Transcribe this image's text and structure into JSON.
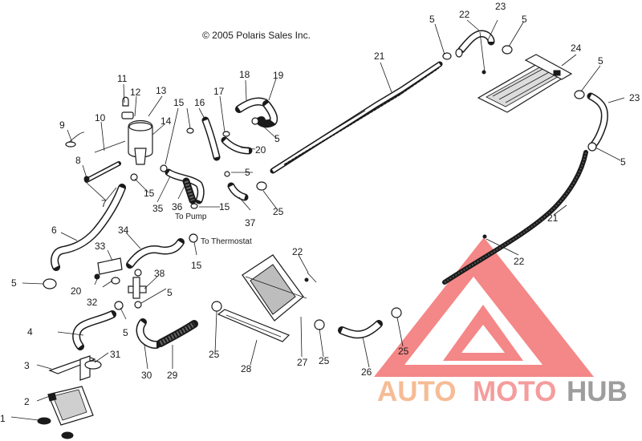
{
  "copyright": "© 2005 Polaris Sales Inc.",
  "annotations": {
    "to_pump": "To Pump",
    "to_thermostat": "To Thermostat"
  },
  "callouts": [
    {
      "id": "c1",
      "text": "1"
    },
    {
      "id": "c2",
      "text": "2"
    },
    {
      "id": "c3",
      "text": "3"
    },
    {
      "id": "c4",
      "text": "4"
    },
    {
      "id": "c5a",
      "text": "5"
    },
    {
      "id": "c5b",
      "text": "5"
    },
    {
      "id": "c5c",
      "text": "5"
    },
    {
      "id": "c5d",
      "text": "5"
    },
    {
      "id": "c5e",
      "text": "5"
    },
    {
      "id": "c5f",
      "text": "5"
    },
    {
      "id": "c5g",
      "text": "5"
    },
    {
      "id": "c5h",
      "text": "5"
    },
    {
      "id": "c5i",
      "text": "5"
    },
    {
      "id": "c6",
      "text": "6"
    },
    {
      "id": "c7",
      "text": "7"
    },
    {
      "id": "c8",
      "text": "8"
    },
    {
      "id": "c9",
      "text": "9"
    },
    {
      "id": "c10",
      "text": "10"
    },
    {
      "id": "c11",
      "text": "11"
    },
    {
      "id": "c12",
      "text": "12"
    },
    {
      "id": "c13",
      "text": "13"
    },
    {
      "id": "c14",
      "text": "14"
    },
    {
      "id": "c15a",
      "text": "15"
    },
    {
      "id": "c15b",
      "text": "15"
    },
    {
      "id": "c15c",
      "text": "15"
    },
    {
      "id": "c15d",
      "text": "15"
    },
    {
      "id": "c16",
      "text": "16"
    },
    {
      "id": "c17",
      "text": "17"
    },
    {
      "id": "c18",
      "text": "18"
    },
    {
      "id": "c19",
      "text": "19"
    },
    {
      "id": "c20a",
      "text": "20"
    },
    {
      "id": "c20b",
      "text": "20"
    },
    {
      "id": "c21a",
      "text": "21"
    },
    {
      "id": "c21b",
      "text": "21"
    },
    {
      "id": "c22a",
      "text": "22"
    },
    {
      "id": "c22b",
      "text": "22"
    },
    {
      "id": "c22c",
      "text": "22"
    },
    {
      "id": "c23a",
      "text": "23"
    },
    {
      "id": "c23b",
      "text": "23"
    },
    {
      "id": "c24",
      "text": "24"
    },
    {
      "id": "c25a",
      "text": "25"
    },
    {
      "id": "c25b",
      "text": "25"
    },
    {
      "id": "c25c",
      "text": "25"
    },
    {
      "id": "c25d",
      "text": "25"
    },
    {
      "id": "c26",
      "text": "26"
    },
    {
      "id": "c27",
      "text": "27"
    },
    {
      "id": "c28",
      "text": "28"
    },
    {
      "id": "c29",
      "text": "29"
    },
    {
      "id": "c30",
      "text": "30"
    },
    {
      "id": "c31",
      "text": "31"
    },
    {
      "id": "c32",
      "text": "32"
    },
    {
      "id": "c33",
      "text": "33"
    },
    {
      "id": "c34",
      "text": "34"
    },
    {
      "id": "c35",
      "text": "35"
    },
    {
      "id": "c36",
      "text": "36"
    },
    {
      "id": "c37",
      "text": "37"
    },
    {
      "id": "c38",
      "text": "38"
    }
  ],
  "watermark": {
    "part1": "AUTO",
    "part2": "MOTO",
    "part3": "HUB",
    "color1": "#f5b183",
    "color2": "#f48b8b",
    "color3": "#8c8c8c",
    "logo_color": "#f26a6a"
  }
}
